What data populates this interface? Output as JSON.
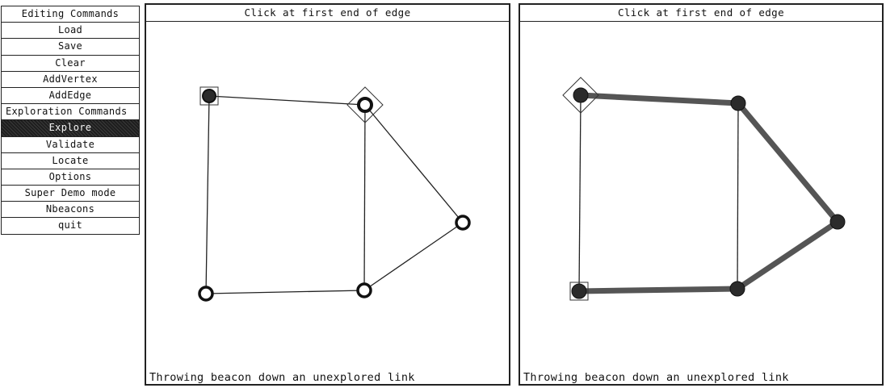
{
  "menu": {
    "editing_header": "Editing Commands",
    "editing_items": [
      "Load",
      "Save",
      "Clear",
      "AddVertex",
      "AddEdge"
    ],
    "exploration_header": "Exploration Commands",
    "exploration_items": [
      "Explore",
      "Validate",
      "Locate",
      "Options",
      "Super Demo mode",
      "Nbeacons",
      "quit"
    ],
    "selected_item": "Explore"
  },
  "left_panel": {
    "title": "Click at first end of edge",
    "status": "Throwing beacon down an unexplored link"
  },
  "right_panel": {
    "title": "Click at first end of edge",
    "status": "Throwing beacon down an unexplored link"
  }
}
